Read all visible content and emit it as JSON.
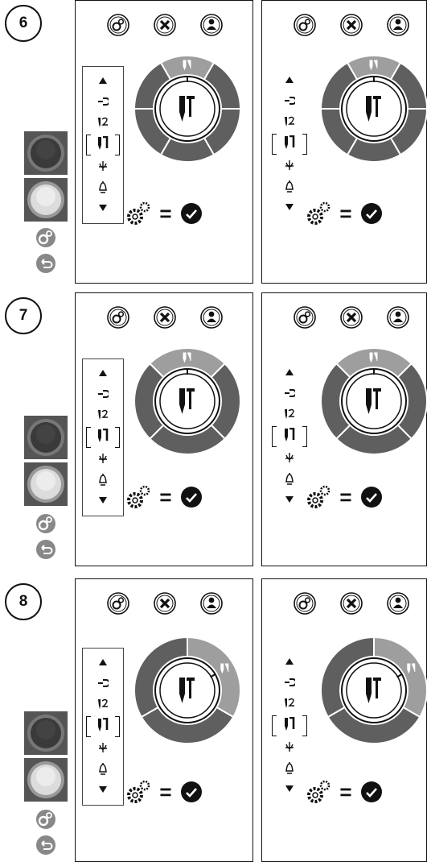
{
  "colors": {
    "ring_dark": "#5f5f5f",
    "ring_light": "#9e9e9e",
    "ink": "#111111",
    "button_dark": "#3a3a3a",
    "button_light": "#d8d8d8"
  },
  "icons": {
    "top": [
      "gear-settings-icon",
      "tools-icon",
      "user-icon"
    ],
    "menu": [
      "arrow-up-icon",
      "nozzle-purge-icon",
      "nozzle-two-icon",
      "nozzle-selected-icon",
      "tulip-icon",
      "bell-icon",
      "arrow-down-icon"
    ],
    "side": [
      "dark-round-button",
      "light-round-button",
      "gear-icon",
      "back-icon"
    ],
    "footer": [
      "gear-icon",
      "check-icon"
    ]
  },
  "footer": {
    "equals": "="
  },
  "steps": [
    {
      "number": "6",
      "highlight_segment": 1,
      "panels": [
        {
          "menu_boxed": true
        },
        {
          "menu_boxed": false
        }
      ]
    },
    {
      "number": "7",
      "highlight_segment": 1,
      "panels": [
        {
          "menu_boxed": true
        },
        {
          "menu_boxed": false
        }
      ]
    },
    {
      "number": "8",
      "highlight_segment": 2,
      "panels": [
        {
          "menu_boxed": true
        },
        {
          "menu_boxed": false
        }
      ]
    }
  ]
}
